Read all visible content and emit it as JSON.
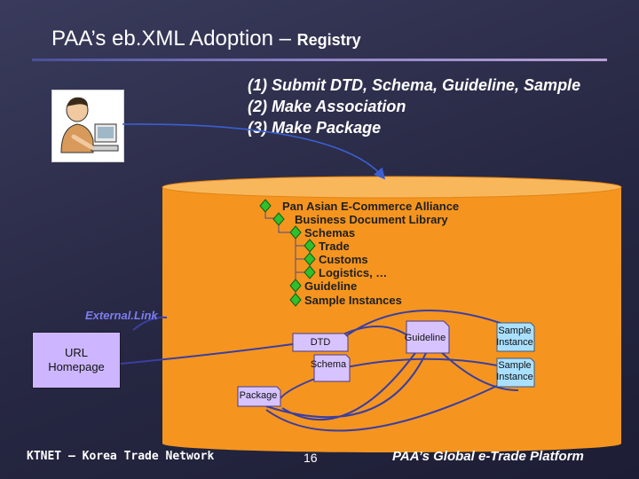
{
  "title": {
    "main": "PAA’s eb.XML Adoption – ",
    "sub": "Registry"
  },
  "steps": [
    "(1) Submit DTD, Schema, Guideline, Sample",
    "(2) Make Association",
    "(3) Make Package"
  ],
  "tree": [
    "Pan Asian E-Commerce Alliance",
    "Business Document  Library",
    "Schemas",
    "Trade",
    "Customs",
    "Logistics, …",
    "Guideline",
    "Sample Instances"
  ],
  "external_link_label": "External.Link",
  "url_box": {
    "line1": "URL",
    "line2": "Homepage"
  },
  "documents": {
    "dtd": "DTD",
    "guideline": "Guideline",
    "schema": "Schema",
    "sample1": "Sample\nInstance",
    "sample2": "Sample\nInstance",
    "package": "Package"
  },
  "footer": {
    "left": "KTNET – Korea Trade Network",
    "page": "16",
    "right": "PAA’s Global e-Trade Platform"
  },
  "colors": {
    "background": "#262742",
    "cylinder": "#f5951f",
    "cylinder_top": "#f9b75c",
    "tree_node": "#2fbf2f",
    "url_box": "#cdb6ff",
    "doc_box": "#d7c3ff",
    "sample_box": "#a9e0ff",
    "lines": "#3b3fa0",
    "external_link": "#7d7df0"
  }
}
